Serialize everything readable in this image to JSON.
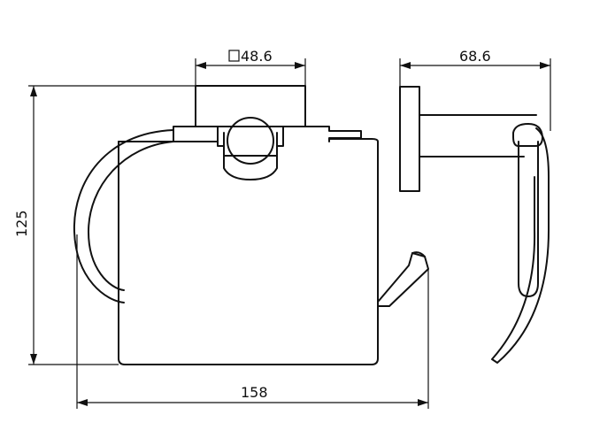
{
  "dimensions": {
    "mount_width": {
      "symbol": "□",
      "value": "48.6"
    },
    "depth": {
      "value": "68.6"
    },
    "height": {
      "value": "125"
    },
    "width": {
      "value": "158"
    }
  },
  "colors": {
    "line": "#111111",
    "background": "#ffffff"
  }
}
